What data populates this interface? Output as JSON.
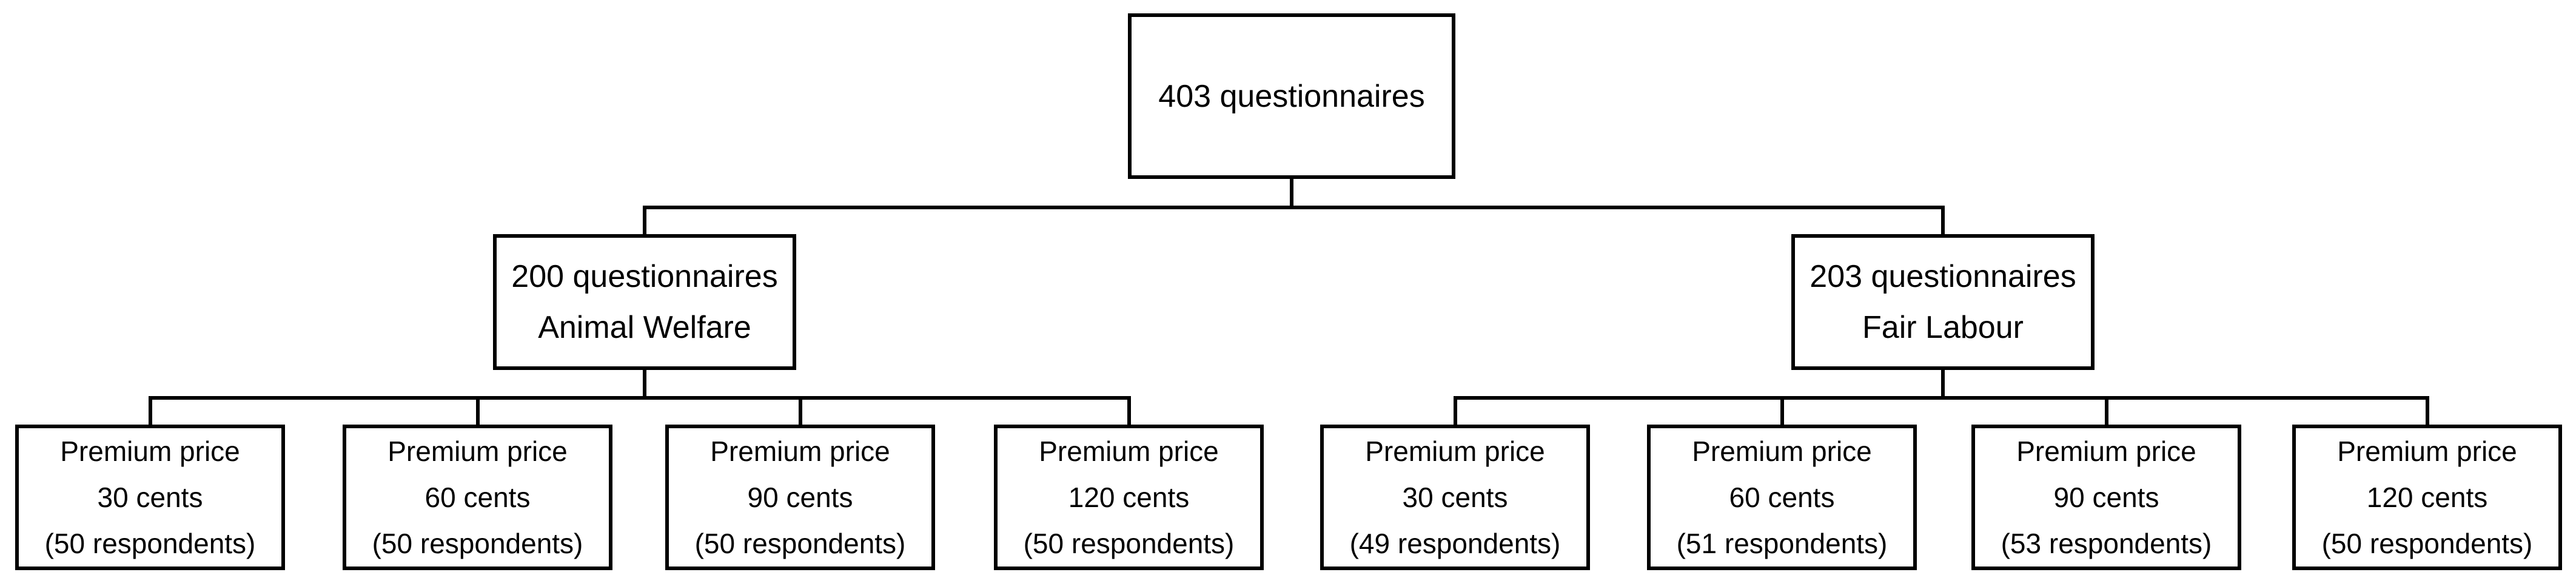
{
  "root": {
    "label": "403 questionnaires"
  },
  "branches": [
    {
      "line1": "200 questionnaires",
      "line2": "Animal Welfare",
      "leaves": [
        {
          "line1": "Premium price",
          "line2": "30 cents",
          "line3": "(50 respondents)"
        },
        {
          "line1": "Premium price",
          "line2": "60 cents",
          "line3": "(50 respondents)"
        },
        {
          "line1": "Premium price",
          "line2": "90 cents",
          "line3": "(50 respondents)"
        },
        {
          "line1": "Premium price",
          "line2": "120 cents",
          "line3": "(50 respondents)"
        }
      ]
    },
    {
      "line1": "203 questionnaires",
      "line2": "Fair Labour",
      "leaves": [
        {
          "line1": "Premium price",
          "line2": "30 cents",
          "line3": "(49 respondents)"
        },
        {
          "line1": "Premium price",
          "line2": "60 cents",
          "line3": "(51 respondents)"
        },
        {
          "line1": "Premium price",
          "line2": "90 cents",
          "line3": "(53 respondents)"
        },
        {
          "line1": "Premium price",
          "line2": "120 cents",
          "line3": "(50 respondents)"
        }
      ]
    }
  ]
}
